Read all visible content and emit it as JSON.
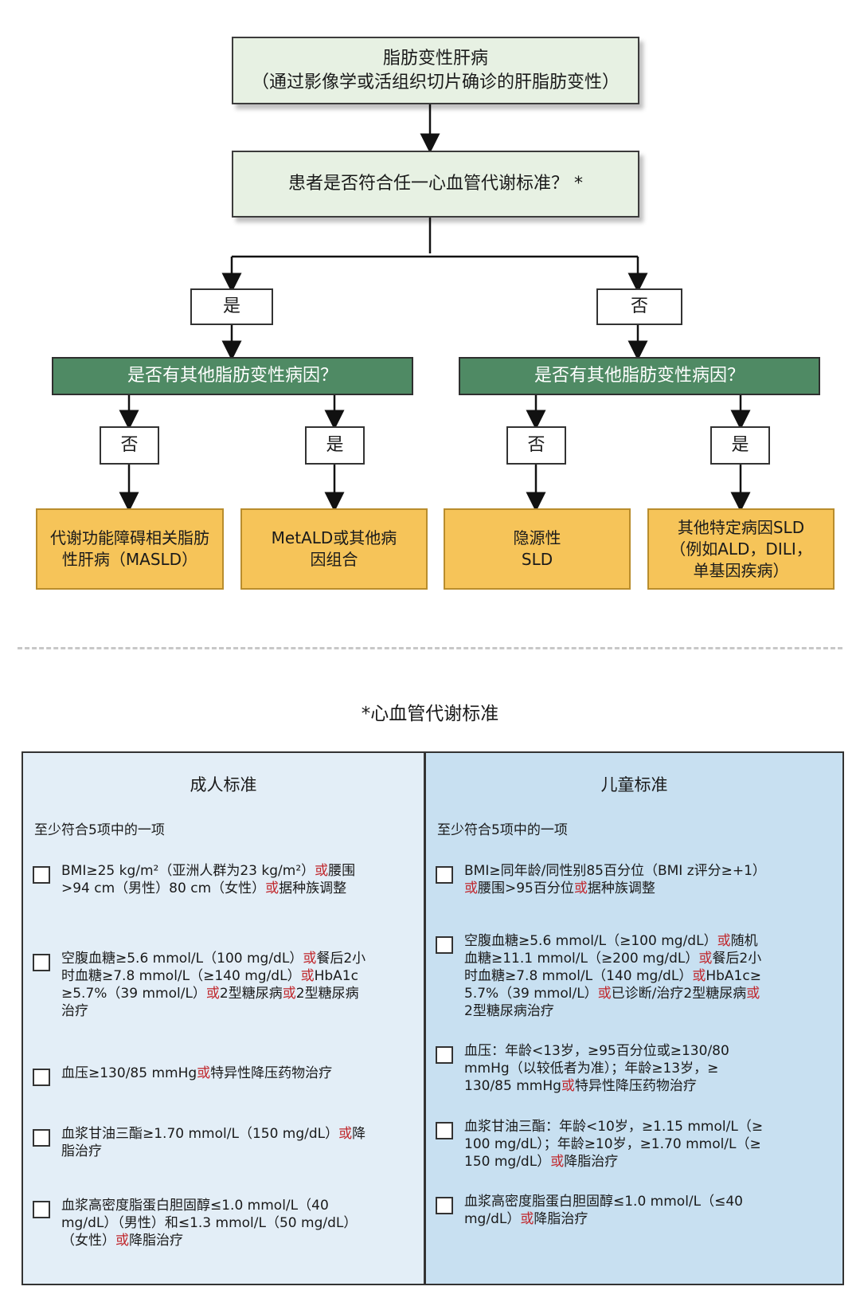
{
  "flow": {
    "top_box": "脂肪变性肝病\n（通过影像学或活组织切片确诊的肝脂肪变性）",
    "question": "患者是否符合任一心血管代谢标准？ *",
    "branch_yes": "是",
    "branch_no": "否",
    "left_question": "是否有其他脂肪变性病因？",
    "right_question": "是否有其他脂肪变性病因？",
    "ll_label": "否",
    "lr_label": "是",
    "rl_label": "否",
    "rr_label": "是",
    "outcome_1": "代谢功能障碍相关脂肪\n性肝病（MASLD）",
    "outcome_2": "MetALD或其他病\n因组合",
    "outcome_3": "隐源性\nSLD",
    "outcome_4": "其他特定病因SLD\n（例如ALD，DILI，\n单基因疾病）"
  },
  "criteria": {
    "title": "*心血管代谢标准",
    "adult": {
      "heading": "成人标准",
      "sub": "至少符合5项中的一项",
      "items": [
        [
          {
            "t": "BMI≥25 kg/m²（亚洲人群为23 kg/m²）"
          },
          {
            "t": "或",
            "r": true
          },
          {
            "t": "腰围\n>94 cm（男性）80 cm（女性）"
          },
          {
            "t": "或",
            "r": true
          },
          {
            "t": "据种族调整"
          }
        ],
        [
          {
            "t": "空腹血糖≥5.6 mmol/L（100 mg/dL）"
          },
          {
            "t": "或",
            "r": true
          },
          {
            "t": "餐后2小\n时血糖≥7.8 mmol/L（≥140 mg/dL）"
          },
          {
            "t": "或",
            "r": true
          },
          {
            "t": "HbA1c\n≥5.7%（39 mmol/L）"
          },
          {
            "t": "或",
            "r": true
          },
          {
            "t": "2型糖尿病"
          },
          {
            "t": "或",
            "r": true
          },
          {
            "t": "2型糖尿病\n治疗"
          }
        ],
        [
          {
            "t": "血压≥130/85 mmHg"
          },
          {
            "t": "或",
            "r": true
          },
          {
            "t": "特异性降压药物治疗"
          }
        ],
        [
          {
            "t": "血浆甘油三酯≥1.70 mmol/L（150 mg/dL）"
          },
          {
            "t": "或",
            "r": true
          },
          {
            "t": "降\n脂治疗"
          }
        ],
        [
          {
            "t": "血浆高密度脂蛋白胆固醇≤1.0 mmol/L（40\nmg/dL）（男性）和≤1.3 mmol/L（50 mg/dL）\n（女性）"
          },
          {
            "t": "或",
            "r": true
          },
          {
            "t": "降脂治疗"
          }
        ]
      ]
    },
    "child": {
      "heading": "儿童标准",
      "sub": "至少符合5项中的一项",
      "items": [
        [
          {
            "t": "BMI≥同年龄/同性别85百分位（BMI z评分≥+1）\n"
          },
          {
            "t": "或",
            "r": true
          },
          {
            "t": "腰围>95百分位"
          },
          {
            "t": "或",
            "r": true
          },
          {
            "t": "据种族调整"
          }
        ],
        [
          {
            "t": "空腹血糖≥5.6 mmol/L（≥100 mg/dL）"
          },
          {
            "t": "或",
            "r": true
          },
          {
            "t": "随机\n血糖≥11.1 mmol/L（≥200 mg/dL）"
          },
          {
            "t": "或",
            "r": true
          },
          {
            "t": "餐后2小\n时血糖≥7.8 mmol/L（140 mg/dL）"
          },
          {
            "t": "或",
            "r": true
          },
          {
            "t": "HbA1c≥\n5.7%（39 mmol/L）"
          },
          {
            "t": "或",
            "r": true
          },
          {
            "t": "已诊断/治疗2型糖尿病"
          },
          {
            "t": "或",
            "r": true
          },
          {
            "t": "\n2型糖尿病治疗"
          }
        ],
        [
          {
            "t": "血压：年龄<13岁，≥95百分位或≥130/80\nmmHg（以较低者为准）；年龄≥13岁，≥\n130/85 mmHg"
          },
          {
            "t": "或",
            "r": true
          },
          {
            "t": "特异性降压药物治疗"
          }
        ],
        [
          {
            "t": "血浆甘油三酯：年龄<10岁，≥1.15 mmol/L（≥\n100 mg/dL）；年龄≥10岁，≥1.70 mmol/L（≥\n150 mg/dL）"
          },
          {
            "t": "或",
            "r": true
          },
          {
            "t": "降脂治疗"
          }
        ],
        [
          {
            "t": "血浆高密度脂蛋白胆固醇≤1.0 mmol/L（≤40\nmg/dL）"
          },
          {
            "t": "或",
            "r": true
          },
          {
            "t": "降脂治疗"
          }
        ]
      ]
    }
  }
}
